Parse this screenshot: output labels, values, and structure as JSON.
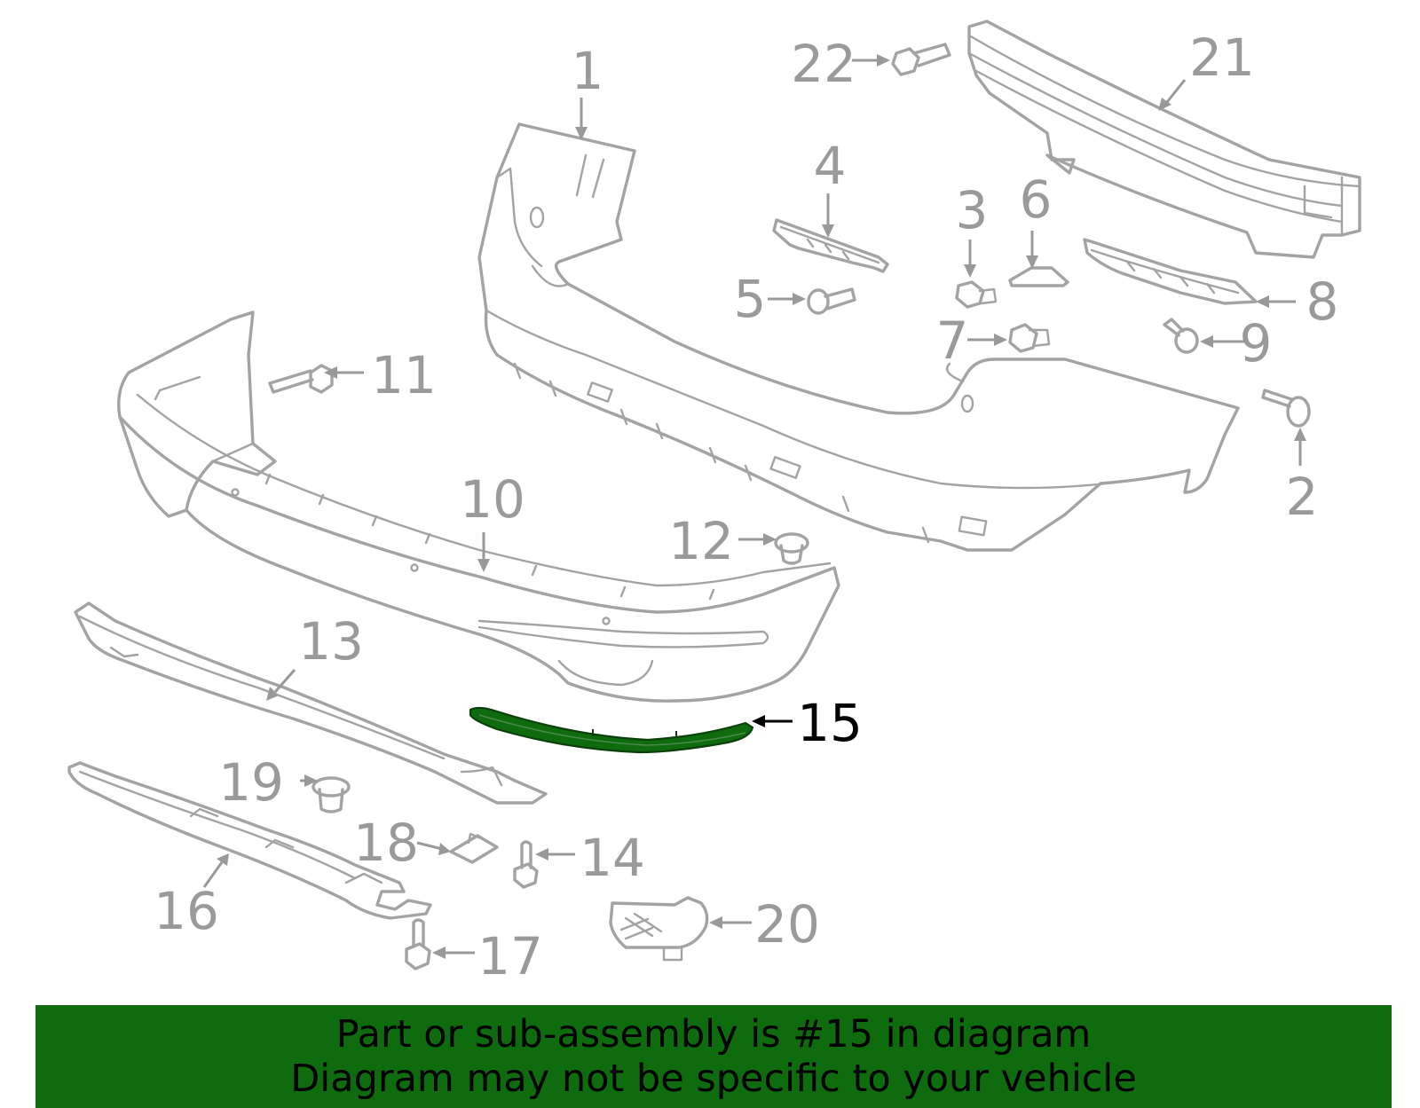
{
  "callouts": [
    {
      "id": "1",
      "label": "1"
    },
    {
      "id": "2",
      "label": "2"
    },
    {
      "id": "3",
      "label": "3"
    },
    {
      "id": "4",
      "label": "4"
    },
    {
      "id": "5",
      "label": "5"
    },
    {
      "id": "6",
      "label": "6"
    },
    {
      "id": "7",
      "label": "7"
    },
    {
      "id": "8",
      "label": "8"
    },
    {
      "id": "9",
      "label": "9"
    },
    {
      "id": "10",
      "label": "10"
    },
    {
      "id": "11",
      "label": "11"
    },
    {
      "id": "12",
      "label": "12"
    },
    {
      "id": "13",
      "label": "13"
    },
    {
      "id": "14",
      "label": "14"
    },
    {
      "id": "15",
      "label": "15",
      "highlighted": true
    },
    {
      "id": "16",
      "label": "16"
    },
    {
      "id": "17",
      "label": "17"
    },
    {
      "id": "18",
      "label": "18"
    },
    {
      "id": "19",
      "label": "19"
    },
    {
      "id": "20",
      "label": "20"
    },
    {
      "id": "21",
      "label": "21"
    },
    {
      "id": "22",
      "label": "22"
    }
  ],
  "highlight_color": "#0e6b0e",
  "banner": {
    "line1": "Part or sub-assembly is #15 in diagram",
    "line2": "Diagram may not be specific to your vehicle",
    "background": "#0e6b0e"
  }
}
